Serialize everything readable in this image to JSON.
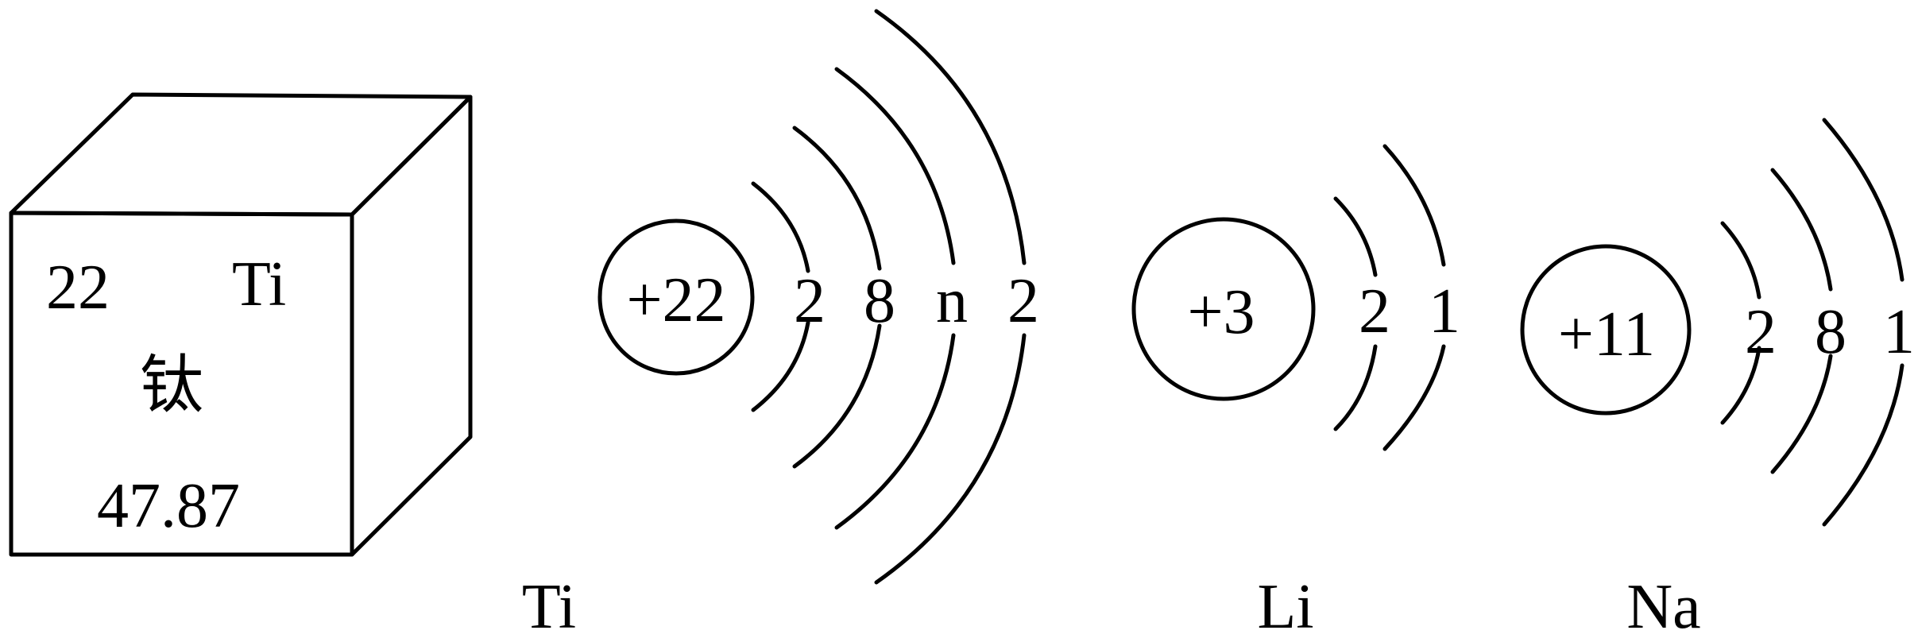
{
  "colors": {
    "stroke": "#000000",
    "background": "#ffffff"
  },
  "element_card": {
    "atomic_number": "22",
    "symbol": "Ti",
    "name": "钛",
    "atomic_mass": "47.87"
  },
  "atoms": [
    {
      "nucleus": "+22",
      "shells": [
        "2",
        "8",
        "n",
        "2"
      ],
      "label": "Ti"
    },
    {
      "nucleus": "+3",
      "shells": [
        "2",
        "1"
      ],
      "label": "Li"
    },
    {
      "nucleus": "+11",
      "shells": [
        "2",
        "8",
        "1"
      ],
      "label": "Na"
    }
  ]
}
